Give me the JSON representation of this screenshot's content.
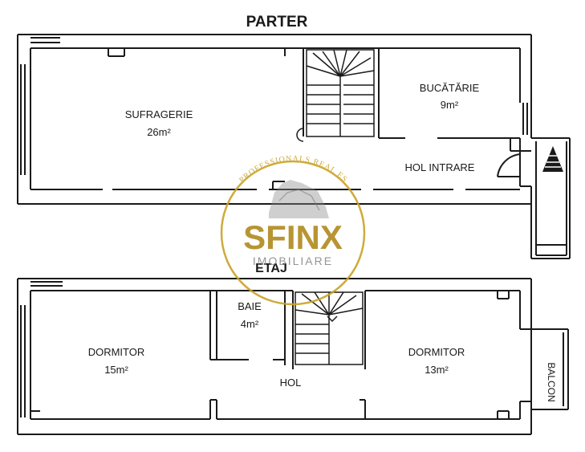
{
  "floors": {
    "ground": {
      "title": "PARTER",
      "rooms": [
        {
          "name": "SUFRAGERIE",
          "area": "26m²"
        },
        {
          "name": "BUCĂTĂRIE",
          "area": "9m²"
        },
        {
          "name": "HOL INTRARE",
          "area": ""
        }
      ]
    },
    "upper": {
      "title": "ETAJ",
      "rooms": [
        {
          "name": "DORMITOR",
          "area": "15m²"
        },
        {
          "name": "BAIE",
          "area": "4m²"
        },
        {
          "name": "DORMITOR",
          "area": "13m²"
        },
        {
          "name": "HOL",
          "area": ""
        },
        {
          "name": "BALCON",
          "area": ""
        }
      ]
    }
  },
  "watermark": {
    "brand": "SFINX",
    "sub": "IMOBILIARE",
    "arc_text": "PROFESSIONALS REAL ESTATE",
    "colors": {
      "gold": "#c9a227",
      "dark_gold": "#b08a1e",
      "grey": "#8a8a8a"
    }
  },
  "colors": {
    "wall": "#1a1a1a",
    "background": "#ffffff"
  }
}
